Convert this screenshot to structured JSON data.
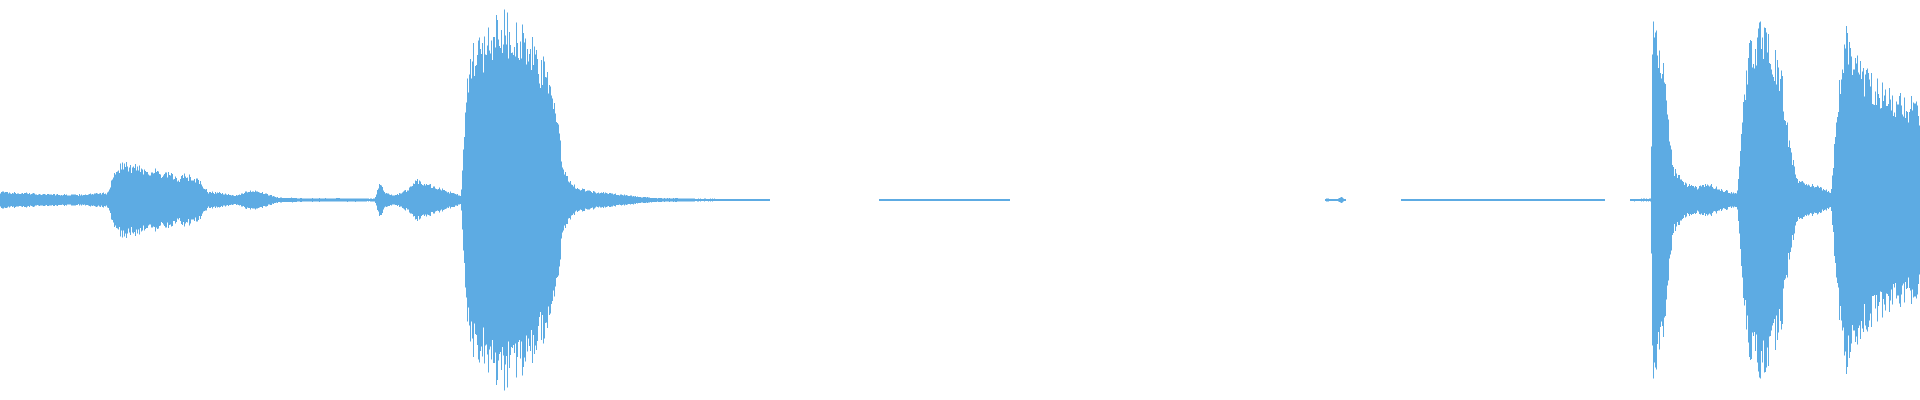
{
  "waveform": {
    "color": "#5dabe3",
    "background": "#ffffff",
    "amplitude_envelope": [
      [
        0,
        0.04
      ],
      [
        0.02,
        0.03
      ],
      [
        0.04,
        0.025
      ],
      [
        0.056,
        0.035
      ],
      [
        0.06,
        0.15
      ],
      [
        0.064,
        0.18
      ],
      [
        0.068,
        0.16
      ],
      [
        0.072,
        0.17
      ],
      [
        0.076,
        0.14
      ],
      [
        0.08,
        0.15
      ],
      [
        0.084,
        0.12
      ],
      [
        0.088,
        0.13
      ],
      [
        0.092,
        0.1
      ],
      [
        0.096,
        0.12
      ],
      [
        0.1,
        0.11
      ],
      [
        0.104,
        0.09
      ],
      [
        0.108,
        0.04
      ],
      [
        0.115,
        0.035
      ],
      [
        0.122,
        0.02
      ],
      [
        0.128,
        0.04
      ],
      [
        0.133,
        0.05
      ],
      [
        0.138,
        0.03
      ],
      [
        0.145,
        0.012
      ],
      [
        0.16,
        0.008
      ],
      [
        0.185,
        0.008
      ],
      [
        0.195,
        0.006
      ],
      [
        0.198,
        0.09
      ],
      [
        0.2,
        0.04
      ],
      [
        0.205,
        0.02
      ],
      [
        0.212,
        0.05
      ],
      [
        0.217,
        0.1
      ],
      [
        0.222,
        0.08
      ],
      [
        0.228,
        0.06
      ],
      [
        0.234,
        0.04
      ],
      [
        0.24,
        0.02
      ],
      [
        0.243,
        0.55
      ],
      [
        0.246,
        0.7
      ],
      [
        0.25,
        0.75
      ],
      [
        0.255,
        0.8
      ],
      [
        0.26,
        0.9
      ],
      [
        0.265,
        0.85
      ],
      [
        0.27,
        0.82
      ],
      [
        0.275,
        0.75
      ],
      [
        0.28,
        0.7
      ],
      [
        0.285,
        0.6
      ],
      [
        0.29,
        0.45
      ],
      [
        0.293,
        0.15
      ],
      [
        0.3,
        0.06
      ],
      [
        0.31,
        0.04
      ],
      [
        0.32,
        0.03
      ],
      [
        0.34,
        0.01
      ],
      [
        0.37,
        0.006
      ],
      [
        0.4,
        0.004
      ],
      [
        0.401,
        0
      ],
      [
        0.458,
        0
      ],
      [
        0.459,
        0.005
      ],
      [
        0.5,
        0.005
      ],
      [
        0.525,
        0.003
      ],
      [
        0.526,
        0
      ],
      [
        0.69,
        0
      ],
      [
        0.691,
        0.01
      ],
      [
        0.695,
        0
      ],
      [
        0.699,
        0.014
      ],
      [
        0.701,
        0
      ],
      [
        0.73,
        0
      ],
      [
        0.731,
        0.004
      ],
      [
        0.78,
        0.004
      ],
      [
        0.835,
        0.004
      ],
      [
        0.836,
        0
      ],
      [
        0.849,
        0
      ],
      [
        0.85,
        0.006
      ],
      [
        0.86,
        0.006
      ],
      [
        0.861,
        0.8
      ],
      [
        0.863,
        0.85
      ],
      [
        0.866,
        0.7
      ],
      [
        0.869,
        0.4
      ],
      [
        0.872,
        0.15
      ],
      [
        0.878,
        0.08
      ],
      [
        0.884,
        0.06
      ],
      [
        0.89,
        0.08
      ],
      [
        0.897,
        0.05
      ],
      [
        0.905,
        0.03
      ],
      [
        0.908,
        0.45
      ],
      [
        0.912,
        0.75
      ],
      [
        0.916,
        0.82
      ],
      [
        0.92,
        0.78
      ],
      [
        0.924,
        0.7
      ],
      [
        0.928,
        0.6
      ],
      [
        0.932,
        0.3
      ],
      [
        0.936,
        0.1
      ],
      [
        0.942,
        0.08
      ],
      [
        0.948,
        0.06
      ],
      [
        0.954,
        0.04
      ],
      [
        0.958,
        0.55
      ],
      [
        0.962,
        0.8
      ],
      [
        0.966,
        0.7
      ],
      [
        0.972,
        0.62
      ],
      [
        0.978,
        0.55
      ],
      [
        0.985,
        0.5
      ],
      [
        0.992,
        0.48
      ],
      [
        1.0,
        0.45
      ]
    ]
  }
}
